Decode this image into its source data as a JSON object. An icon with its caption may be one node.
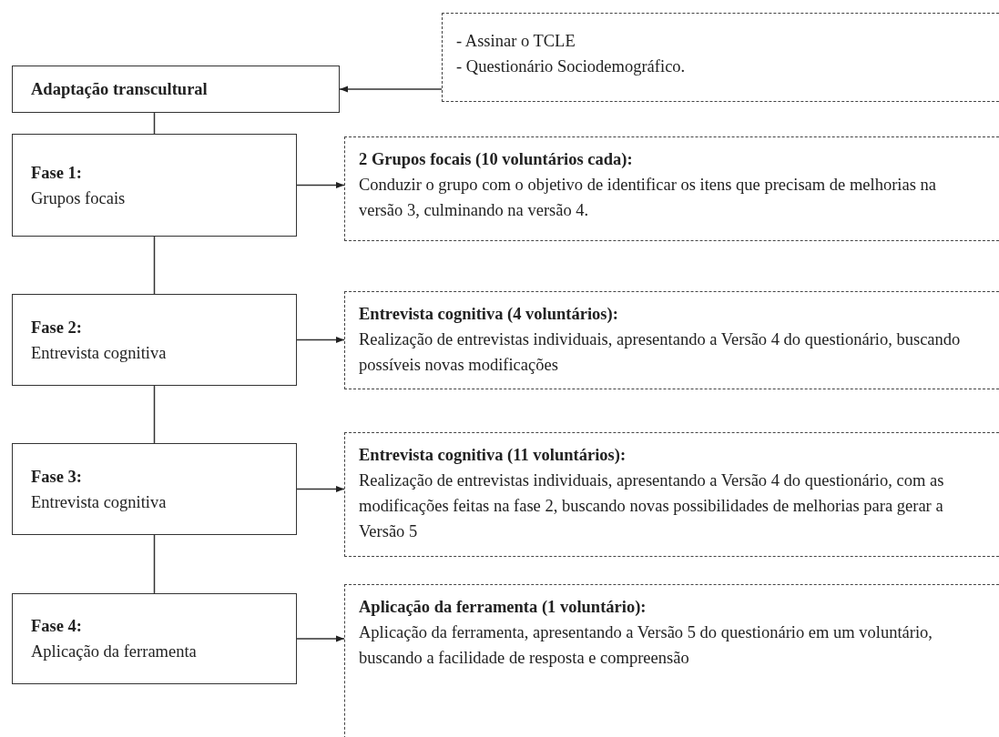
{
  "diagram": {
    "nodes": [
      {
        "text": [
          "Adaptação transcultural"
        ]
      },
      {
        "text": [
          "- Assinar o TCLE",
          "- Questionário Sociodemográfico."
        ]
      },
      {
        "text": [
          "Fase 1:",
          "Grupos focais"
        ]
      },
      {
        "text": [
          "2 Grupos focais (10 voluntários cada):",
          "Conduzir o grupo com o objetivo de identificar os itens que precisam de melhorias na versão 3, culminando na versão 4."
        ]
      },
      {
        "text": [
          "Fase 2:",
          "Entrevista cognitiva"
        ]
      },
      {
        "text": [
          "Entrevista cognitiva (4 voluntários):",
          "Realização de entrevistas individuais, apresentando a Versão 4 do questionário, buscando possíveis novas modificações"
        ]
      },
      {
        "text": [
          "Fase 3:",
          "Entrevista cognitiva"
        ]
      },
      {
        "text": [
          "Entrevista cognitiva (11 voluntários):",
          "Realização de entrevistas individuais, apresentando a Versão 4 do questionário, com as modificações feitas na fase 2, buscando novas possibilidades de melhorias para gerar a Versão 5"
        ]
      },
      {
        "text": [
          "Fase 4:",
          "Aplicação da ferramenta"
        ]
      },
      {
        "text": [
          "Aplicação da ferramenta (1 voluntário):",
          "Aplicação da ferramenta, apresentando a Versão 5 do questionário em um voluntário, buscando a facilidade de resposta e compreensão"
        ]
      }
    ],
    "edges": [
      {
        "from": 1,
        "to": 0,
        "arrow": "to"
      },
      {
        "from": 0,
        "to": 2,
        "arrow": "none"
      },
      {
        "from": 2,
        "to": 3,
        "arrow": "to"
      },
      {
        "from": 2,
        "to": 4,
        "arrow": "none"
      },
      {
        "from": 4,
        "to": 5,
        "arrow": "to"
      },
      {
        "from": 4,
        "to": 6,
        "arrow": "none"
      },
      {
        "from": 6,
        "to": 7,
        "arrow": "to"
      },
      {
        "from": 6,
        "to": 8,
        "arrow": "none"
      },
      {
        "from": 8,
        "to": 9,
        "arrow": "to"
      }
    ]
  }
}
